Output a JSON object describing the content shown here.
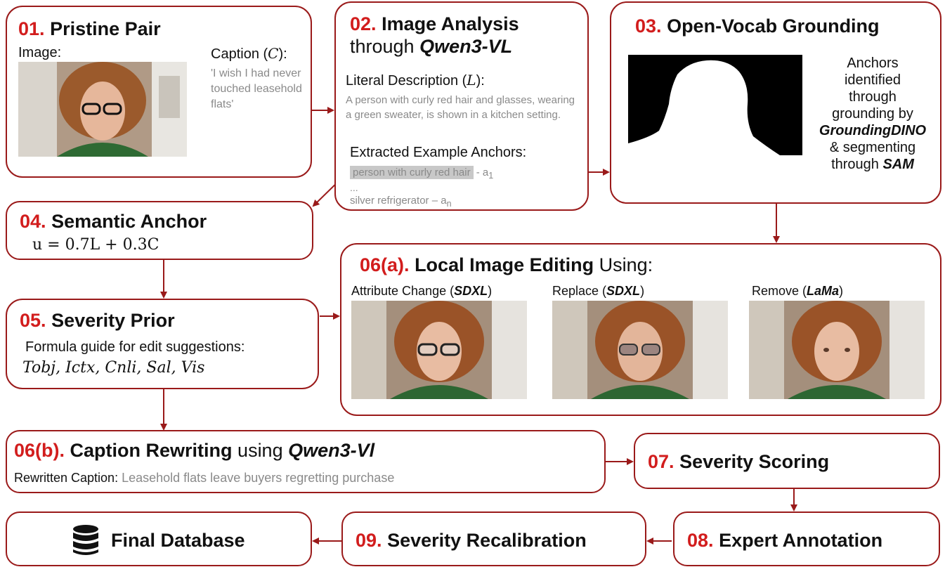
{
  "step01": {
    "num": "01.",
    "title": "Pristine Pair",
    "image_label": "Image:",
    "caption_label": "Caption (C):",
    "caption_text": "'I wish I had never touched leasehold flats'"
  },
  "step02": {
    "num": "02.",
    "title": "Image Analysis",
    "title_line2_prefix": "through",
    "model": "Qwen3-VL",
    "literal_label": "Literal Description (L):",
    "literal_text": "A person with curly red hair and glasses, wearing a green sweater, is shown in a kitchen setting.",
    "anchors_label": "Extracted Example Anchors:",
    "anchor1_text": "person with curly red hair",
    "anchor1_id": "- a",
    "anchor1_sub": "1",
    "ellipsis": "...",
    "anchorn_text": "silver refrigerator – a",
    "anchorn_sub": "n"
  },
  "step03": {
    "num": "03.",
    "title": "Open-Vocab Grounding",
    "desc": [
      "Anchors",
      "identified",
      "through",
      "grounding by"
    ],
    "model1": "GroundingDINO",
    "desc_mid": "& segmenting",
    "desc_through": "through",
    "model2": "SAM"
  },
  "step04": {
    "num": "04.",
    "title": "Semantic Anchor",
    "formula": "u = 0.7L + 0.3C"
  },
  "step05": {
    "num": "05.",
    "title": "Severity Prior",
    "guide": "Formula guide for edit suggestions:",
    "formula": "Tobj, Ictx, Cnli, Sal, Vis"
  },
  "step06a": {
    "num": "06(a).",
    "title": "Local Image Editing",
    "title_suffix": "Using:",
    "edits": [
      {
        "label": "Attribute Change",
        "model": "SDXL"
      },
      {
        "label": "Replace",
        "model": "SDXL"
      },
      {
        "label": "Remove",
        "model": "LaMa"
      }
    ]
  },
  "step06b": {
    "num": "06(b).",
    "title": "Caption Rewriting",
    "title_suffix": "using",
    "model": "Qwen3-Vl",
    "rewritten_label": "Rewritten Caption:",
    "rewritten_text": "Leasehold flats leave buyers regretting purchase"
  },
  "step07": {
    "num": "07.",
    "title": "Severity Scoring"
  },
  "step08": {
    "num": "08.",
    "title": "Expert Annotation"
  },
  "step09": {
    "num": "09.",
    "title": "Severity Recalibration"
  },
  "final": {
    "title": "Final Database",
    "icon": "database-icon"
  },
  "colors": {
    "accent": "#d21d1d",
    "border": "#9a1a1a",
    "gray_text": "#8a8a8a"
  }
}
